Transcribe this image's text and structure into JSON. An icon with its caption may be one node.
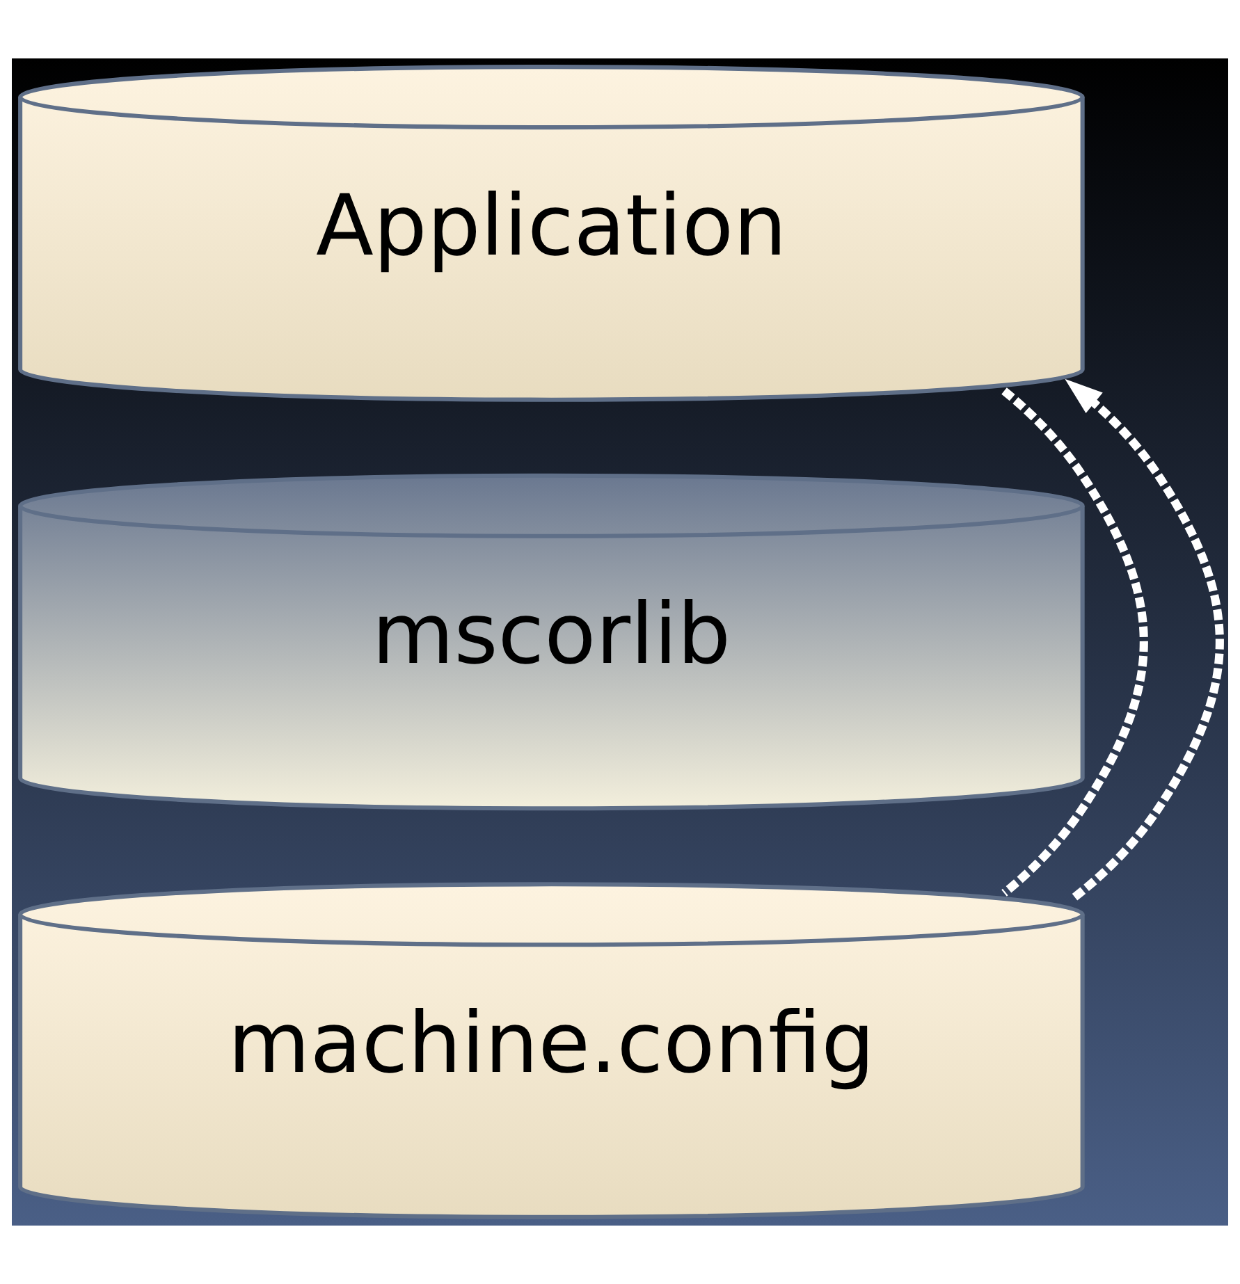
{
  "diagram": {
    "nodes": [
      {
        "text": [
          "Application"
        ]
      },
      {
        "text": [
          "mscorlib"
        ]
      },
      {
        "text": [
          "machine.config"
        ]
      }
    ],
    "edges": [
      {
        "from": 0,
        "to": 2,
        "arrow": "none",
        "style": "dashed",
        "color": "#ffffff"
      },
      {
        "from": 2,
        "to": 0,
        "arrow": "to",
        "style": "dashed",
        "color": "#ffffff"
      }
    ]
  }
}
